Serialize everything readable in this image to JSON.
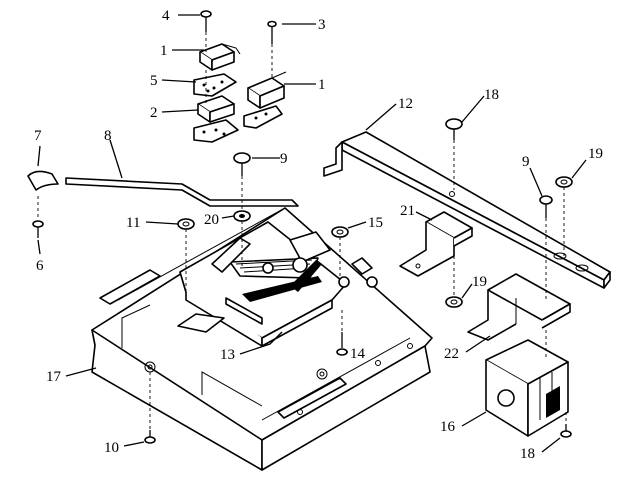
{
  "diagram": {
    "callouts": [
      "4",
      "3",
      "1",
      "1",
      "5",
      "2",
      "12",
      "18",
      "9",
      "19",
      "7",
      "8",
      "9",
      "11",
      "20",
      "15",
      "21",
      "6",
      "19",
      "22",
      "13",
      "14",
      "17",
      "16",
      "10",
      "18"
    ]
  }
}
